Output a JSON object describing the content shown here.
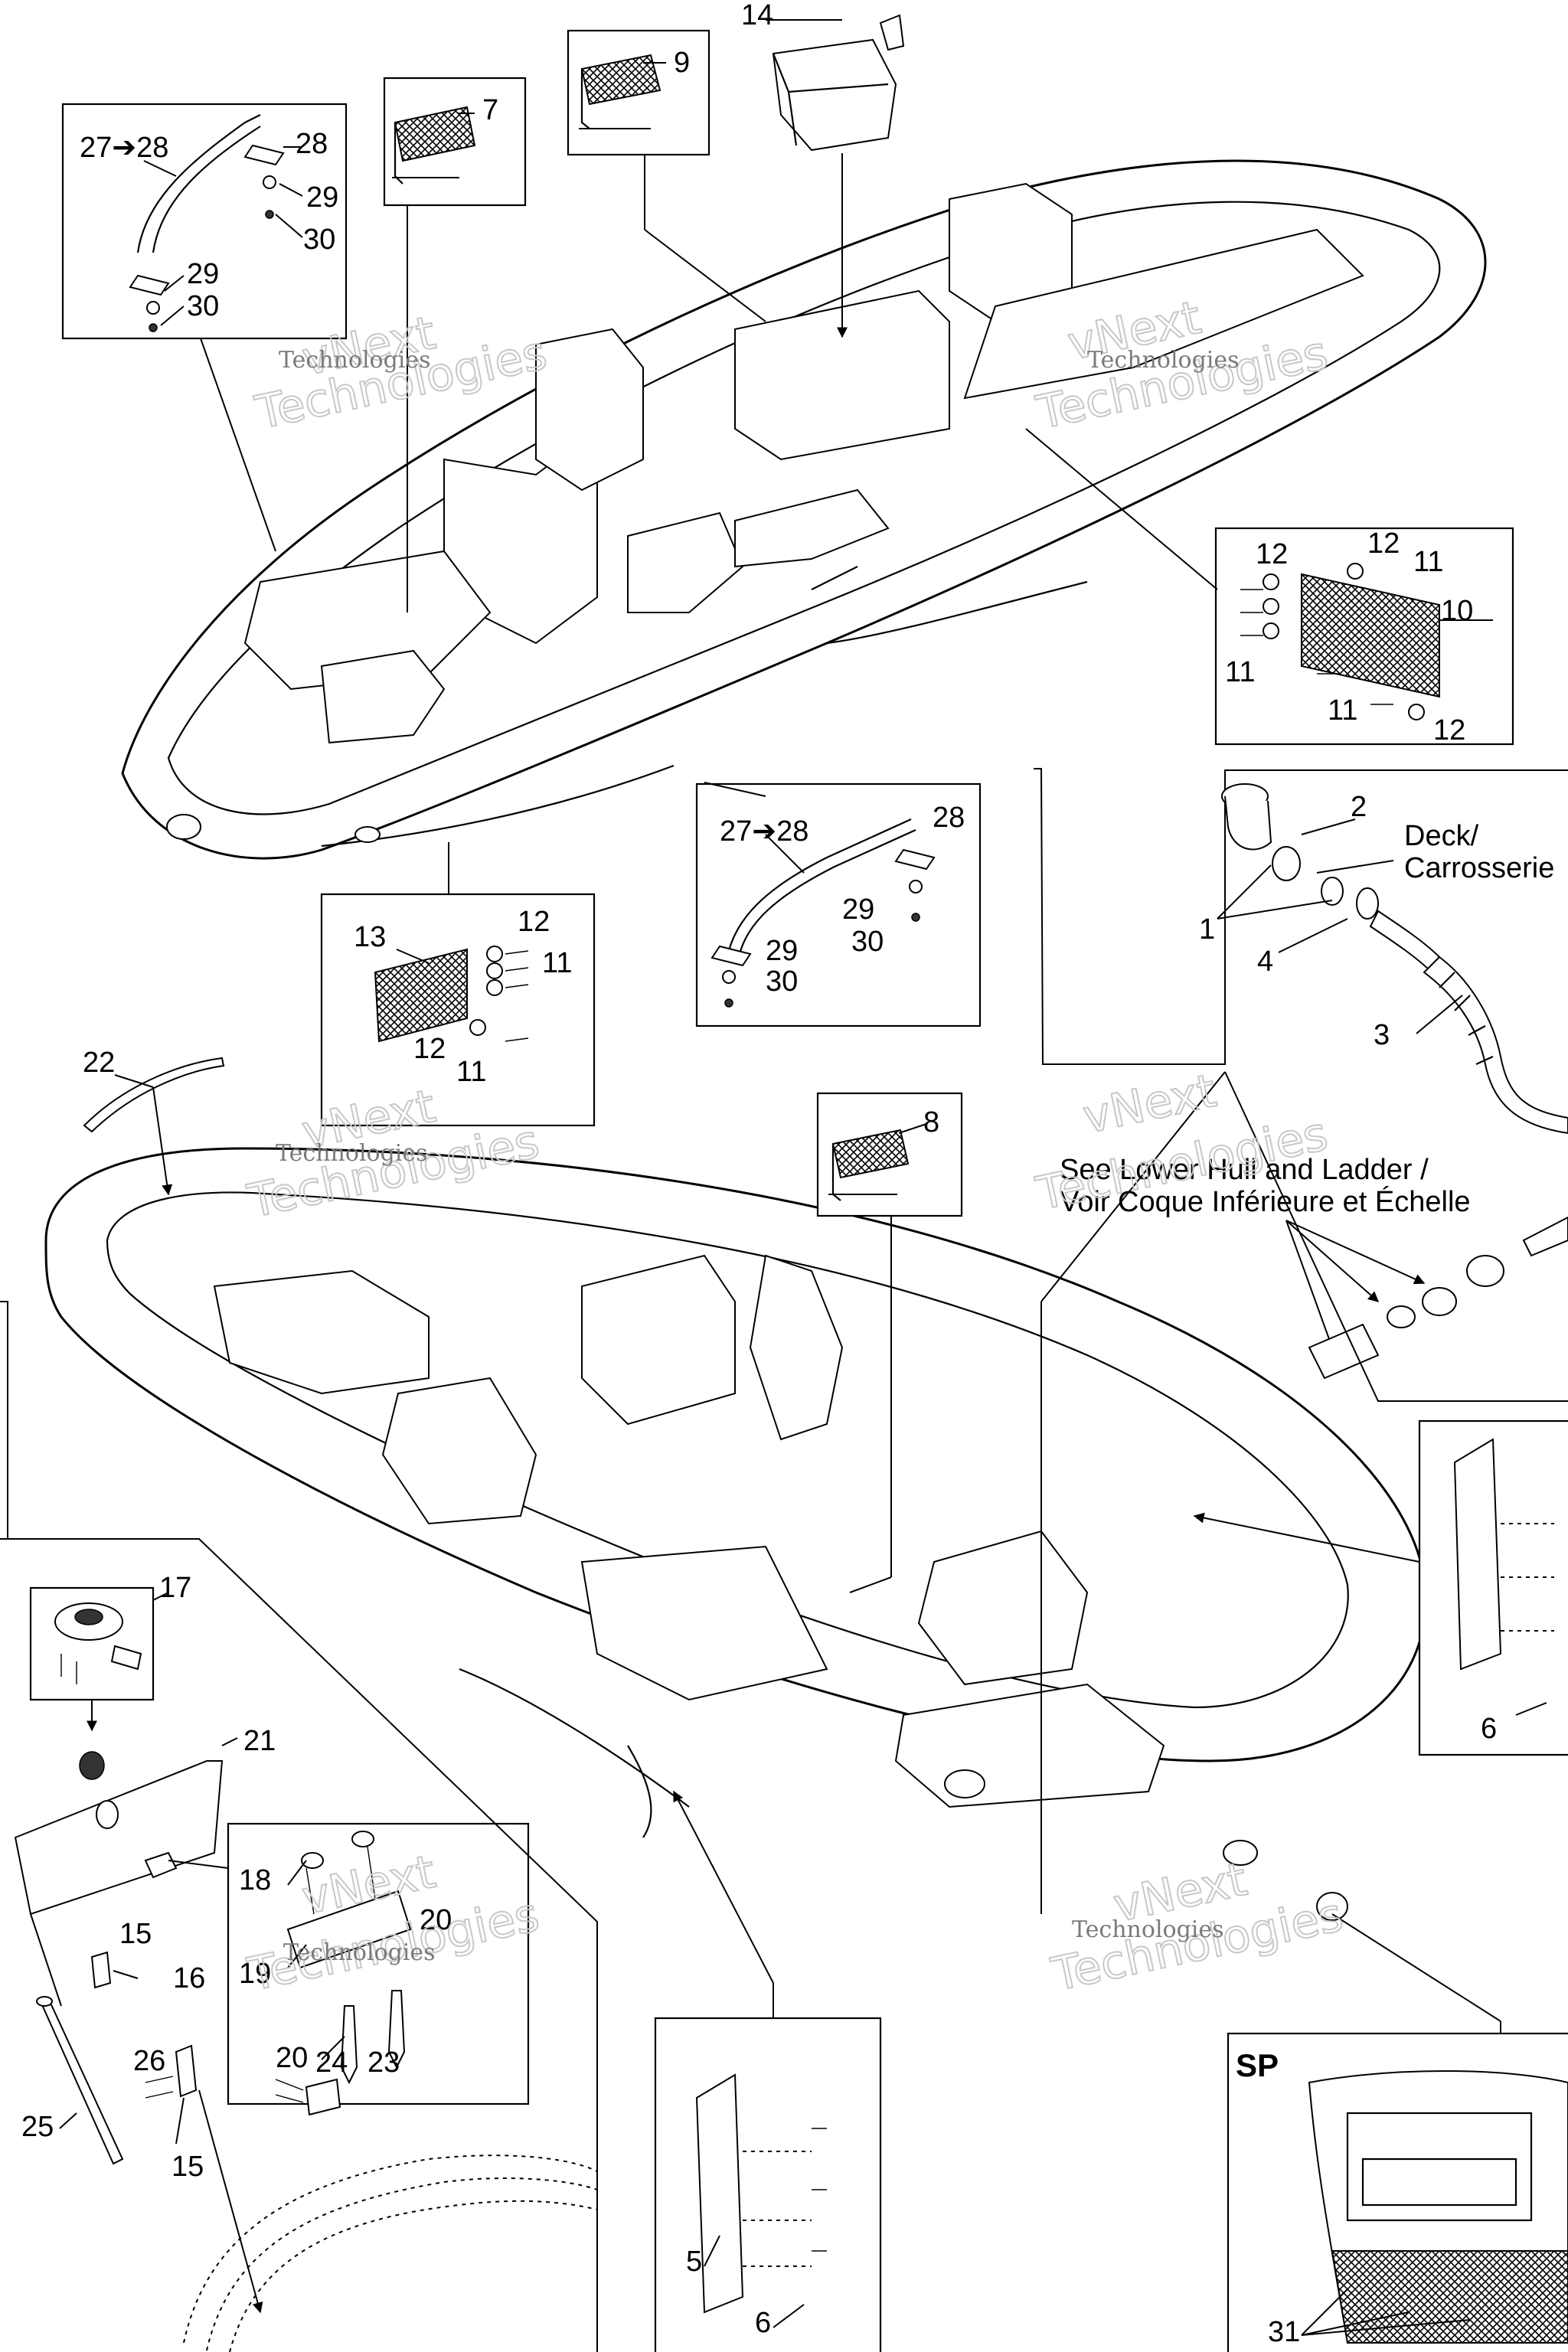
{
  "labels": {
    "n1": "1",
    "n2": "2",
    "n3": "3",
    "n4": "4",
    "n5": "5",
    "n6a": "6",
    "n6b": "6",
    "n7": "7",
    "n8": "8",
    "n9": "9",
    "n10": "10",
    "n11a": "11",
    "n11b": "11",
    "n11c": "11",
    "n11d": "11",
    "n11e": "11",
    "n12a": "12",
    "n12b": "12",
    "n12c": "12",
    "n12d": "12",
    "n12e": "12",
    "n13": "13",
    "n14": "14",
    "n15a": "15",
    "n15b": "15",
    "n16": "16",
    "n17": "17",
    "n18": "18",
    "n19": "19",
    "n20a": "20",
    "n20b": "20",
    "n21": "21",
    "n22": "22",
    "n23": "23",
    "n24": "24",
    "n25": "25",
    "n26": "26",
    "n2728a": "27➔28",
    "n2728b": "27➔28",
    "n28a": "28",
    "n28b": "28",
    "n29a": "29",
    "n29b": "29",
    "n29c": "29",
    "n29d": "29",
    "n30a": "30",
    "n30b": "30",
    "n30c": "30",
    "n30d": "30",
    "n31": "31"
  },
  "callouts": {
    "deck_en": "Deck/",
    "deck_fr": "Carrosserie",
    "see_lower_en": "See Lower Hull and Ladder /",
    "see_lower_fr": "Voir Coque Inférieure et Échelle",
    "sp": "SP"
  },
  "watermark": {
    "line1": "vNext",
    "line2": "Technologies"
  },
  "colors": {
    "ink": "#000000",
    "watermark": "#c8c8c8"
  }
}
